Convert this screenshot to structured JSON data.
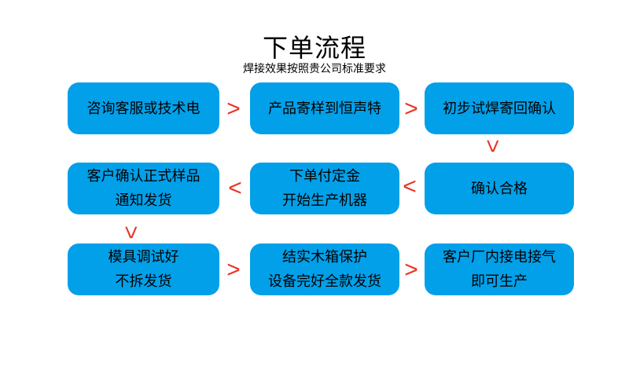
{
  "page": {
    "title": "下单流程",
    "subtitle": "焊接效果按照贵公司标准要求"
  },
  "colors": {
    "background": "#ffffff",
    "box_fill": "#02a0e9",
    "box_text": "#000000",
    "arrow": "#ea3323"
  },
  "flow": {
    "boxes": [
      {
        "step": 1,
        "line1": "咨询客服或技术电"
      },
      {
        "step": 2,
        "line1": "产品寄样到恒声特"
      },
      {
        "step": 3,
        "line1": "初步试焊寄回确认"
      },
      {
        "step": 4,
        "line1": "客户确认正式样品",
        "line2": "通知发货"
      },
      {
        "step": 5,
        "line1": "下单付定金",
        "line2": "开始生产机器"
      },
      {
        "step": 6,
        "line1": "确认合格"
      },
      {
        "step": 7,
        "line1": "模具调试好",
        "line2": "不拆发货"
      },
      {
        "step": 8,
        "line1": "结实木箱保护",
        "line2": "设备完好全款发货"
      },
      {
        "step": 9,
        "line1": "客户厂内接电接气",
        "line2": "即可生产"
      }
    ],
    "arrows": [
      {
        "glyph": ">",
        "direction": "right"
      },
      {
        "glyph": ">",
        "direction": "right"
      },
      {
        "glyph": ">",
        "direction": "down"
      },
      {
        "glyph": "<",
        "direction": "left"
      },
      {
        "glyph": "<",
        "direction": "left"
      },
      {
        "glyph": ">",
        "direction": "down"
      },
      {
        "glyph": ">",
        "direction": "right"
      },
      {
        "glyph": ">",
        "direction": "right"
      }
    ]
  }
}
